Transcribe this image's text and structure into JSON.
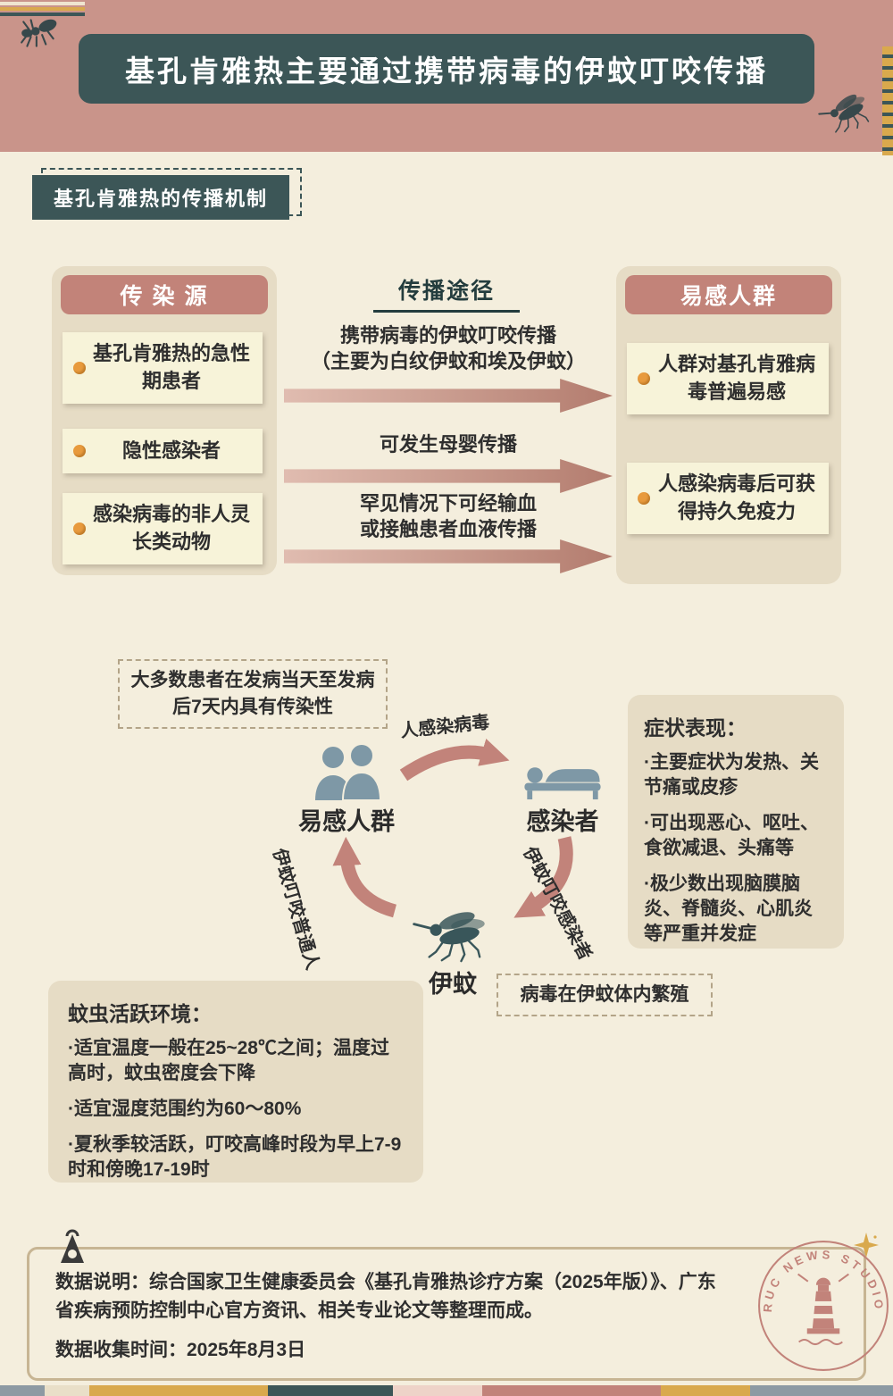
{
  "colors": {
    "background": "#f4eedd",
    "band_rose": "#c9948a",
    "dark_teal": "#3c5657",
    "card_beige": "#e6dcc5",
    "sticky_yellow": "#f7f3d9",
    "arrow_rose": "#c2837a",
    "bullet_orange": "#e89a3d",
    "icon_slate": "#7e98a6",
    "accent_mustard": "#d9a94d"
  },
  "header": {
    "title": "基孔肯雅热主要通过携带病毒的伊蚊叮咬传播"
  },
  "section_badge": "基孔肯雅热的传播机制",
  "flow": {
    "source": {
      "title": "传 染 源",
      "items": [
        "基孔肯雅热的急性期患者",
        "隐性感染者",
        "感染病毒的非人灵长类动物"
      ]
    },
    "routes": {
      "title": "传播途径",
      "items": [
        {
          "line1": "携带病毒的伊蚊叮咬传播",
          "line2": "（主要为白纹伊蚊和埃及伊蚊）"
        },
        {
          "line1": "可发生母婴传播",
          "line2": ""
        },
        {
          "line1": "罕见情况下可经输血",
          "line2": "或接触患者血液传播"
        }
      ]
    },
    "susceptible": {
      "title": "易感人群",
      "items": [
        "人群对基孔肯雅病毒普遍易感",
        "人感染病毒后可获得持久免疫力"
      ]
    }
  },
  "cycle": {
    "note_top": "大多数患者在发病当天至发病后7天内具有传染性",
    "node_susceptible": "易感人群",
    "node_infected": "感染者",
    "node_mosquito": "伊蚊",
    "edge_top": "人感染病毒",
    "edge_right": "伊蚊叮咬感染者",
    "edge_left": "伊蚊叮咬普通人",
    "note_bottom": "病毒在伊蚊体内繁殖"
  },
  "symptoms": {
    "title": "症状表现：",
    "items": [
      "·主要症状为发热、关节痛或皮疹",
      "·可出现恶心、呕吐、食欲减退、头痛等",
      "·极少数出现脑膜脑炎、脊髓炎、心肌炎等严重并发症"
    ]
  },
  "environment": {
    "title": "蚊虫活跃环境：",
    "items": [
      "·适宜温度一般在25~28℃之间；温度过高时，蚊虫密度会下降",
      "·适宜湿度范围约为60～80%",
      "·夏秋季较活跃，叮咬高峰时段为早上7-9时和傍晚17-19时"
    ]
  },
  "footer": {
    "line1": "数据说明：综合国家卫生健康委员会《基孔肯雅热诊疗方案（2025年版）》、广东省疾病预防控制中心官方资讯、相关专业论文等整理而成。",
    "line2": "数据收集时间：2025年8月3日",
    "stamp_text": "RUC NEWS STUDIO"
  }
}
